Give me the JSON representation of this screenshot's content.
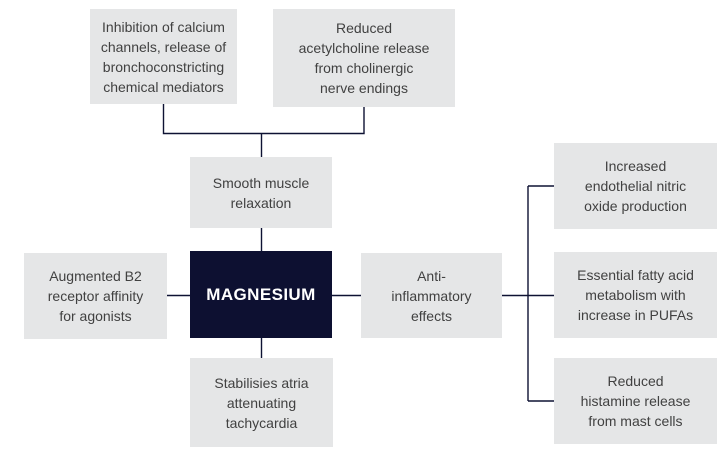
{
  "colors": {
    "background": "#ffffff",
    "node_bg": "#e5e6e7",
    "node_text": "#414141",
    "center_bg": "#0d1031",
    "center_text": "#ffffff",
    "connector": "#0e1233"
  },
  "diagram": {
    "center": "MAGNESIUM",
    "top_left": "Inhibition of calcium\nchannels, release of\nbronchoconstricting\nchemical mediators",
    "top_right": "Reduced\nacetylcholine release\nfrom cholinergic\nnerve endings",
    "smooth_muscle": "Smooth muscle\nrelaxation",
    "left": "Augmented B2\nreceptor affinity\nfor agonists",
    "right": "Anti-\ninflammatory\neffects",
    "bottom": "Stabilisies atria\nattenuating\ntachycardia",
    "branch_top": "Increased\nendothelial nitric\noxide production",
    "branch_middle": "Essential fatty acid\nmetabolism with\nincrease in PUFAs",
    "branch_bottom": "Reduced\nhistamine release\nfrom mast cells"
  }
}
